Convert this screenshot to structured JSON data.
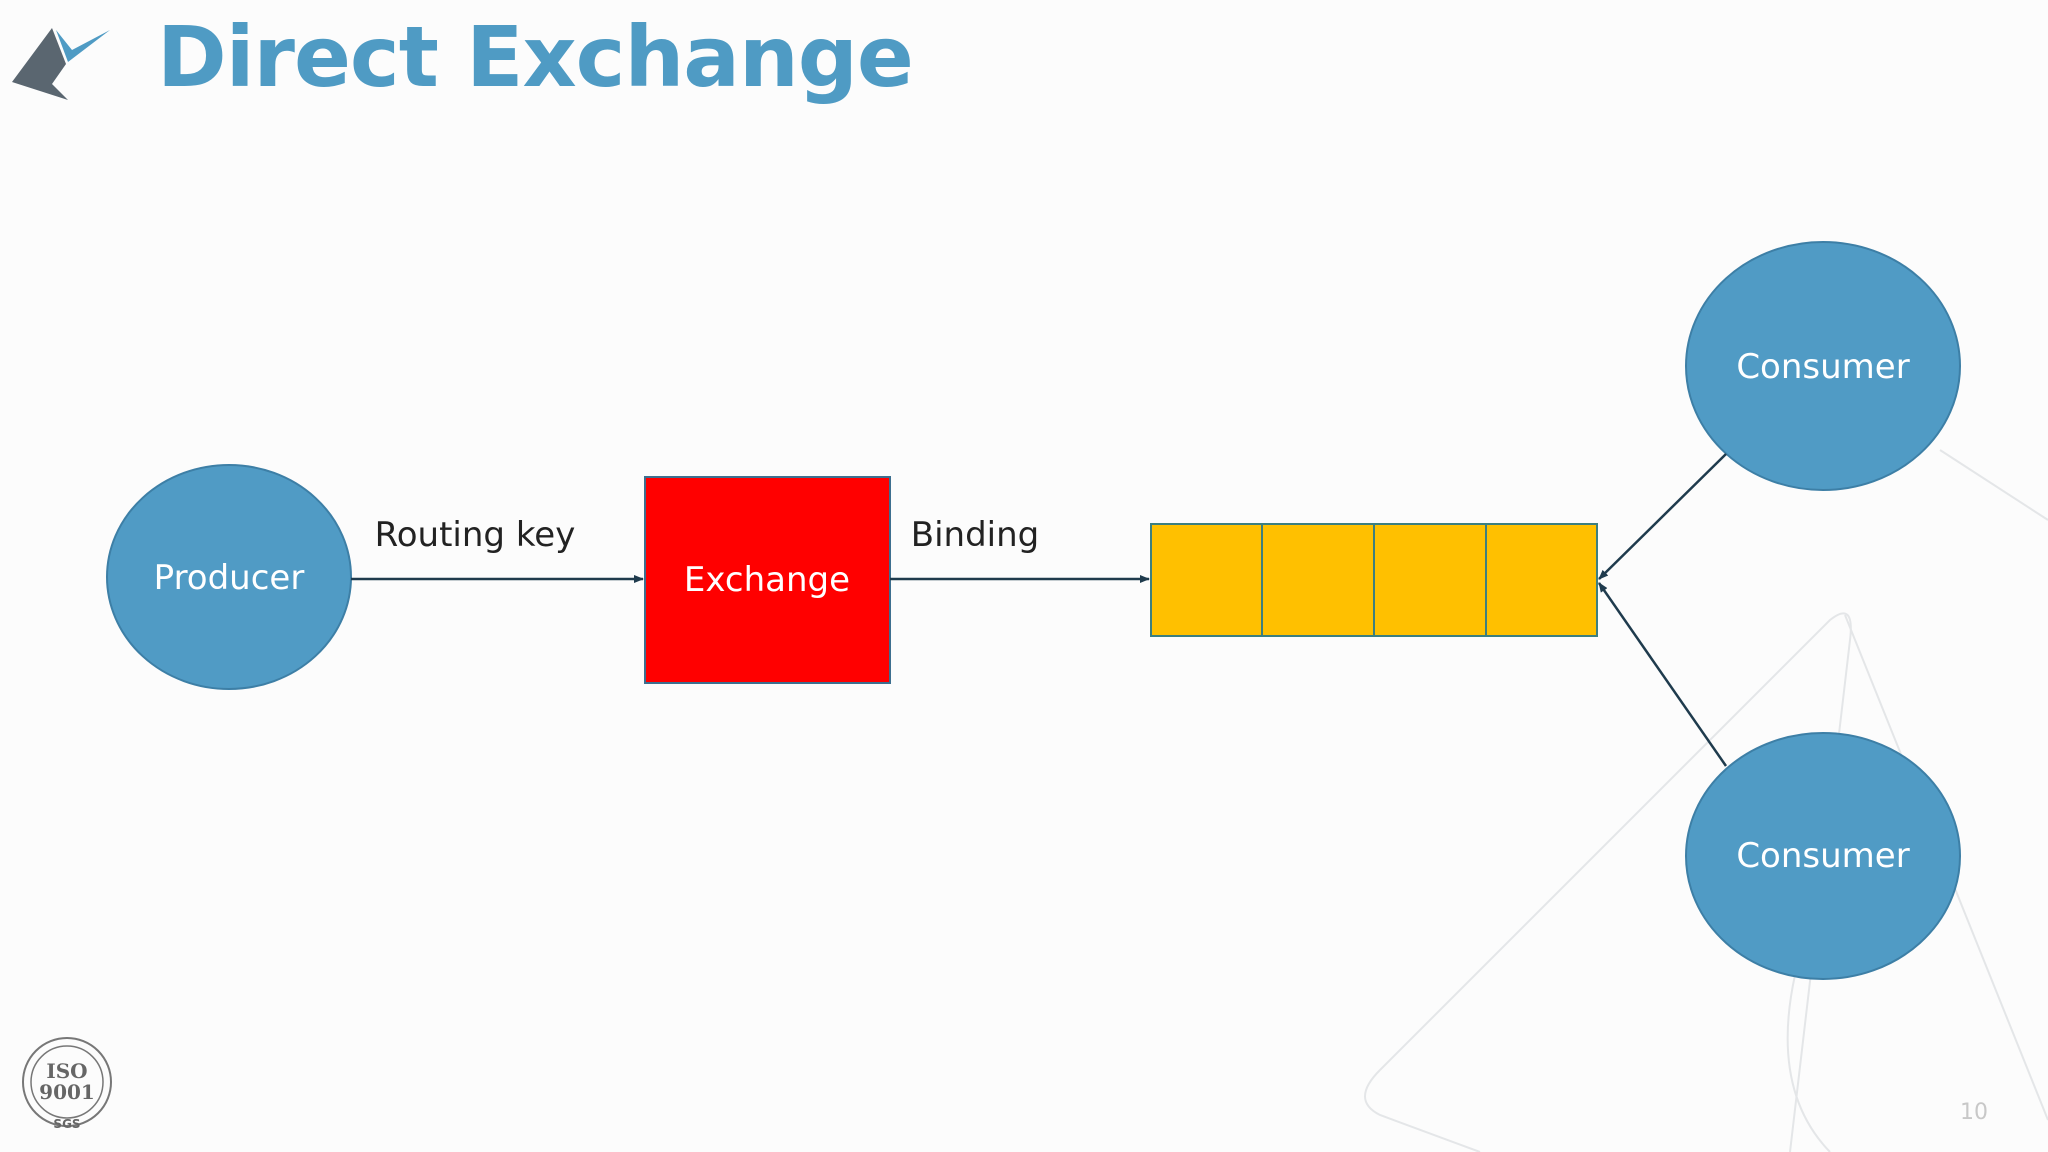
{
  "slide": {
    "title": "Direct Exchange",
    "page_number": "10"
  },
  "diagram": {
    "nodes": {
      "producer": "Producer",
      "exchange": "Exchange",
      "consumer_top": "Consumer",
      "consumer_bottom": "Consumer"
    },
    "edges": {
      "routing_key": "Routing key",
      "binding": "Binding"
    },
    "queue_slots": 4
  },
  "iso_badge": {
    "line1": "ISO",
    "line2": "9001",
    "line3": "SGS"
  },
  "colors": {
    "title": "#4f9bc4",
    "node_fill": "#509bc5",
    "exchange_fill": "#ff0000",
    "queue_fill": "#ffc000",
    "arrow": "#1f3b4d",
    "background": "#fcfcfc"
  }
}
